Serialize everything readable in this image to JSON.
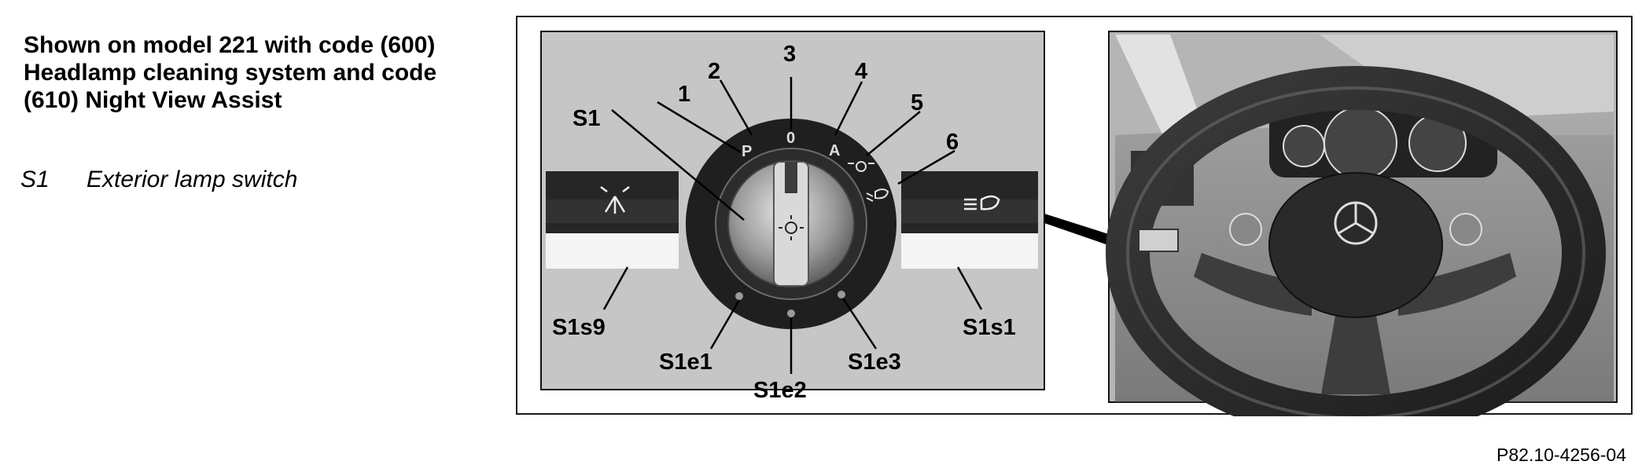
{
  "header": {
    "heading_lines": [
      "Shown on model 221 with code (600)",
      "Headlamp cleaning system and code",
      "(610) Night View Assist"
    ]
  },
  "legend": [
    {
      "code": "S1",
      "description": "Exterior lamp switch"
    }
  ],
  "callouts": {
    "pos_1": "1",
    "pos_2": "2",
    "pos_3": "3",
    "pos_4": "4",
    "pos_5": "5",
    "pos_6": "6",
    "s1": "S1",
    "s1s9": "S1s9",
    "s1s1": "S1s1",
    "s1e1": "S1e1",
    "s1e2": "S1e2",
    "s1e3": "S1e3"
  },
  "dial_symbols": {
    "parking": "P",
    "off": "0",
    "auto": "A"
  },
  "photo_id": "P82.10-4256-04",
  "colors": {
    "panel_gray": "#c6c6c6",
    "dial_dark": "#1f1f1f",
    "leader": "#000000"
  }
}
